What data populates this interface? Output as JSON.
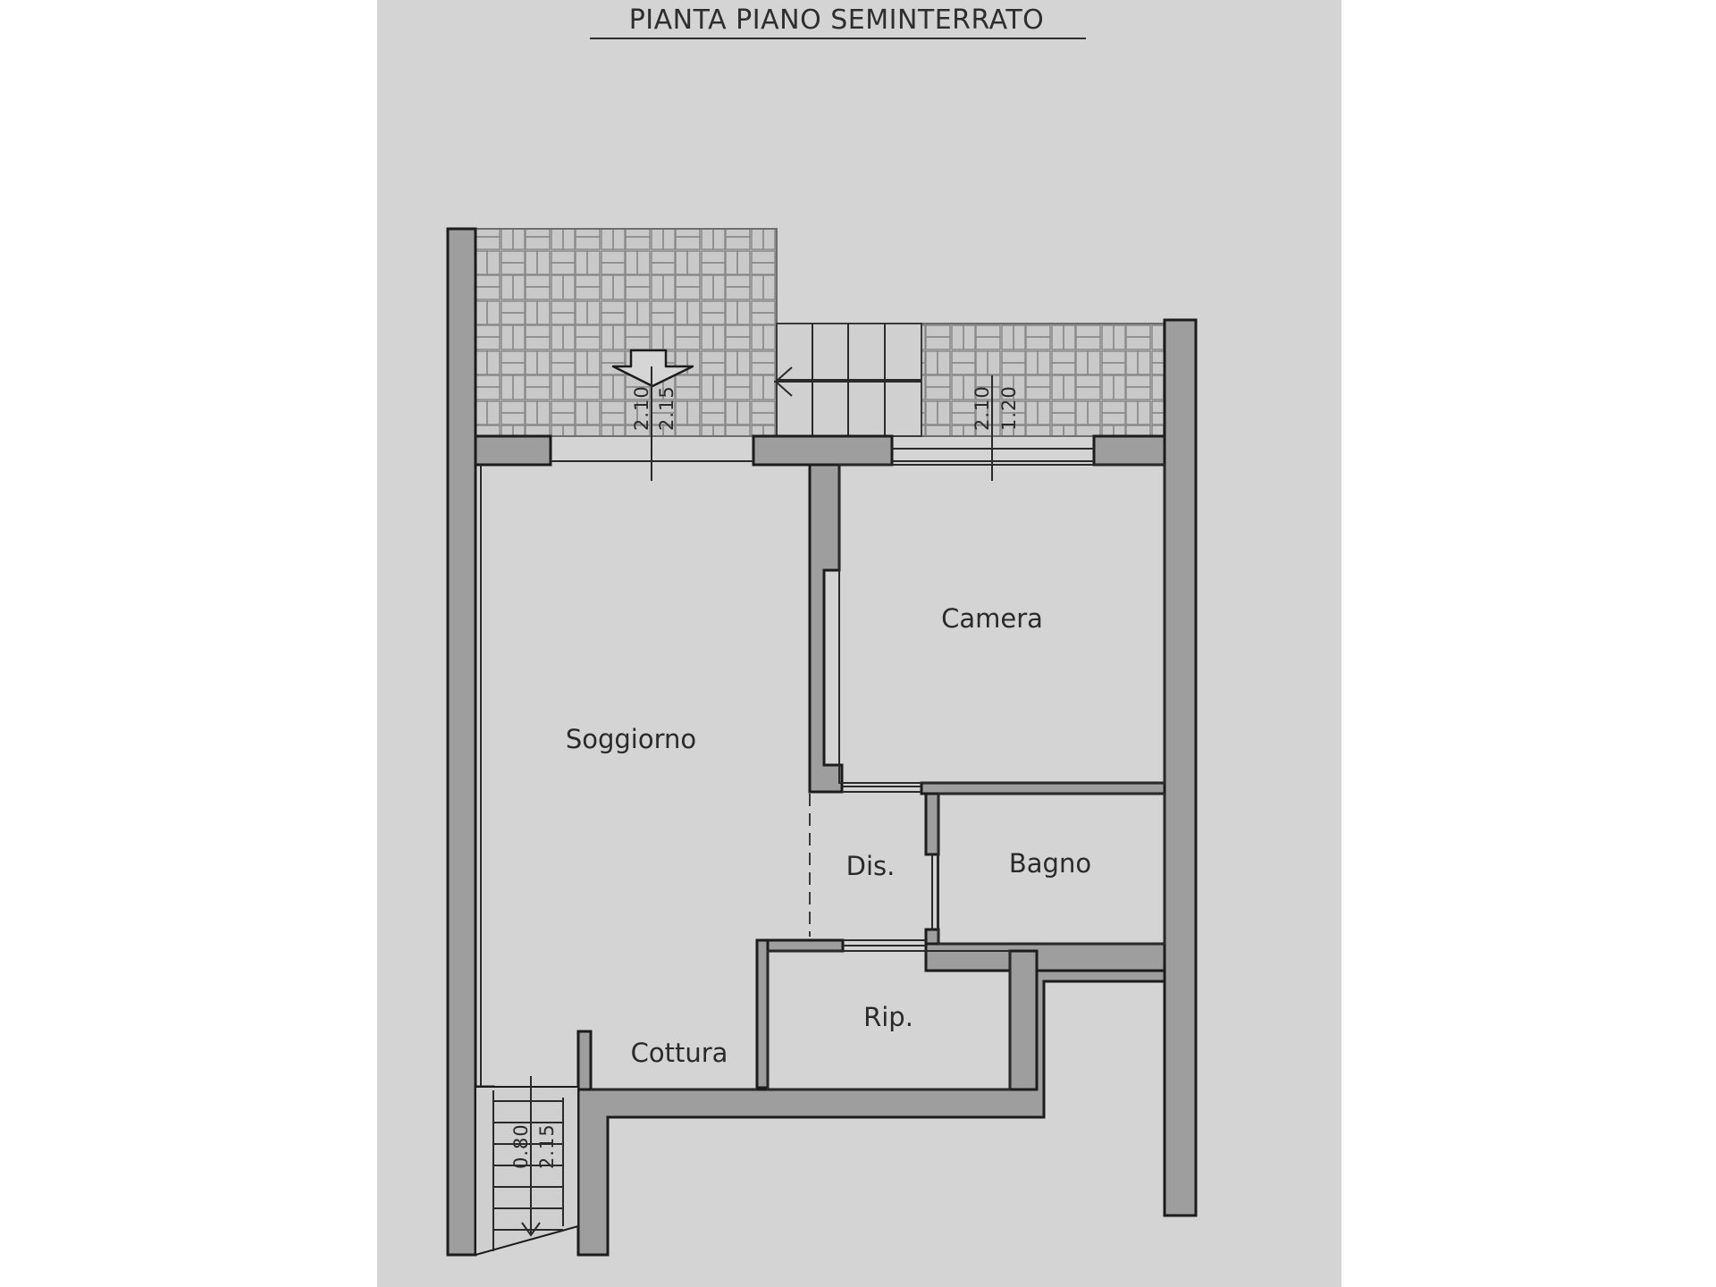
{
  "drawing": {
    "title": "PIANTA PIANO SEMINTERRATO",
    "rooms": {
      "soggiorno": "Soggiorno",
      "camera": "Camera",
      "dis": "Dis.",
      "bagno": "Bagno",
      "rip": "Rip.",
      "cottura": "Cottura"
    },
    "openings": {
      "left_window_h1": "2.10",
      "left_window_h2": "2.15",
      "right_window_h1": "2.10",
      "right_window_h2": "1.20",
      "stair_door_h1": "0.80",
      "stair_door_h2": "2.15"
    }
  },
  "colors": {
    "sheet": "#d4d4d4",
    "background": "#ffffff",
    "wall_fill": "#9e9e9e",
    "line": "#1c1c1c"
  }
}
